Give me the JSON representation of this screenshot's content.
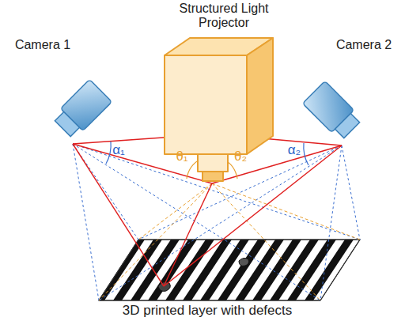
{
  "diagram": {
    "labels": [
      "Structured Light Projector",
      "Camera 1",
      "Camera 2",
      "α₁",
      "θ₁",
      "θ₂",
      "α₂",
      "3D printed layer with defects"
    ]
  }
}
